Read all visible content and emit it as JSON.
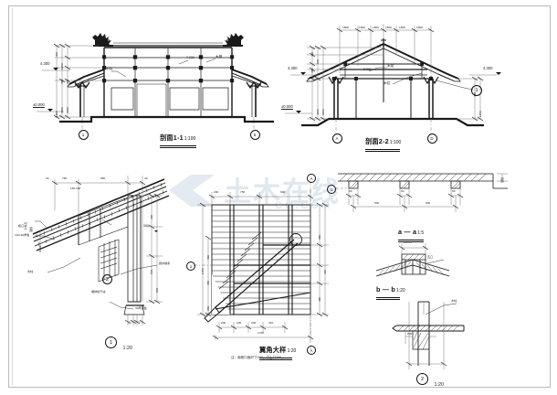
{
  "sheet": {
    "kind": "cad-drawing",
    "background": "#ffffff",
    "ink": "#1a1a1a",
    "watermark": {
      "text": "土木在线",
      "domain": "CO.COM",
      "color": "#dfe7ef"
    }
  },
  "drawings": [
    {
      "id": "section-1-1",
      "title": "剖面1-1",
      "scale": "1:100",
      "axis_bubbles": [
        "1",
        "5"
      ],
      "levels": [
        {
          "label": "4.300"
        },
        {
          "label": "±0.000"
        }
      ],
      "vertical_dims": [
        "300",
        "1200",
        "600",
        "450",
        "600",
        "450",
        "600",
        "4000",
        "3000",
        "1200"
      ],
      "annotations": [
        "小青瓦",
        "木檩",
        "木椽",
        "木柱",
        "7.200"
      ]
    },
    {
      "id": "section-2-2",
      "title": "剖面2-2",
      "scale": "1:100",
      "axis_bubbles": [
        "A",
        "D"
      ],
      "top_dims": [
        "1800",
        "1500",
        "1500",
        "1500",
        "1500",
        "1800"
      ],
      "levels": [
        {
          "label": "4.300"
        },
        {
          "label": "±0.000"
        },
        {
          "label": "4.300"
        }
      ],
      "vertical_dims": [
        "300",
        "450",
        "600",
        "450",
        "600",
        "4000",
        "3000",
        "450",
        "600",
        "1200"
      ],
      "annotations": [
        "木梁",
        "木柱",
        "木檩",
        "1",
        "2400"
      ]
    },
    {
      "id": "detail-1",
      "title": "1",
      "scale": "1:20",
      "top_dims": [
        "30",
        "750",
        "850",
        "40"
      ],
      "right_dims": [
        "400",
        "4.300",
        "600",
        "800",
        "500"
      ],
      "annotations": [
        "小青瓦",
        "望板",
        "30厚望板",
        "檐口",
        "110×20厚板",
        "圆木椽条",
        "木柱",
        "墙体加气块",
        "连檐瓦口",
        "2",
        "4.300",
        "150  150",
        "300"
      ]
    },
    {
      "id": "wing-corner-plan",
      "title": "翼角大样",
      "scale": "1:20",
      "axis_bubbles": [
        "1",
        "A",
        "A"
      ],
      "top_dims": [
        "200",
        "750",
        "900"
      ],
      "left_dims": [
        "1700",
        "360",
        "350",
        "340",
        "360"
      ],
      "bottom_dims": [
        "200",
        "200",
        "200",
        "310",
        "1700"
      ],
      "right_dims": [
        "350",
        "350",
        "400",
        "450"
      ],
      "note": "注：南侧口面尺寸200，中山口200。"
    },
    {
      "id": "section-a-a",
      "title": "a — a",
      "scale": "1:5",
      "dims": [
        "30",
        "60",
        "60",
        "500",
        "500"
      ],
      "annotations": [
        "望板",
        "1"
      ]
    },
    {
      "id": "section-b-b",
      "title": "b — b",
      "scale": "1:20",
      "dims": [
        "60×15"
      ],
      "annotations": [
        "连檐",
        "瓦口"
      ]
    },
    {
      "id": "detail-2",
      "title": "2",
      "scale": "1:20",
      "annotations": [
        "木柱",
        "200",
        "墙体"
      ]
    }
  ]
}
